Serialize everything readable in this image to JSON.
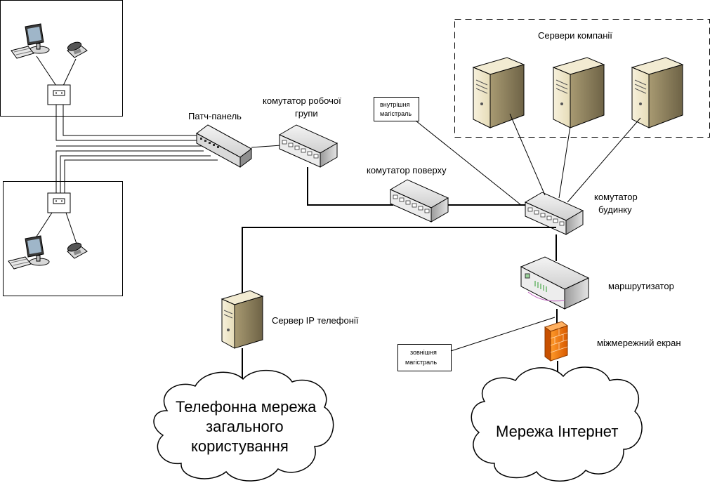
{
  "labels": {
    "patch_panel": "Патч-панель",
    "workgroup_switch_line1": "комутатор робочої",
    "workgroup_switch_line2": "групи",
    "floor_switch": "комутатор поверху",
    "building_switch_line1": "комутатор",
    "building_switch_line2": "будинку",
    "company_servers": "Сервери компанії",
    "router": "маршрутизатор",
    "firewall": "міжмережний екран",
    "ip_phone_server": "Сервер IP телефонії",
    "internal_backbone_line1": "внутрішня",
    "internal_backbone_line2": "магістраль",
    "external_backbone_line1": "зовнішня",
    "external_backbone_line2": "магістраль"
  },
  "clouds": {
    "pstn_line1": "Телефонна мережа",
    "pstn_line2": "загального",
    "pstn_line3": "користування",
    "internet": "Мережа Інтернет"
  },
  "icons": [
    "monitor-icon",
    "keyboard-icon",
    "telephone-icon",
    "wall-socket-icon",
    "patch-panel-icon",
    "switch-icon",
    "server-tower-icon",
    "router-icon",
    "firewall-icon",
    "cloud-icon"
  ]
}
